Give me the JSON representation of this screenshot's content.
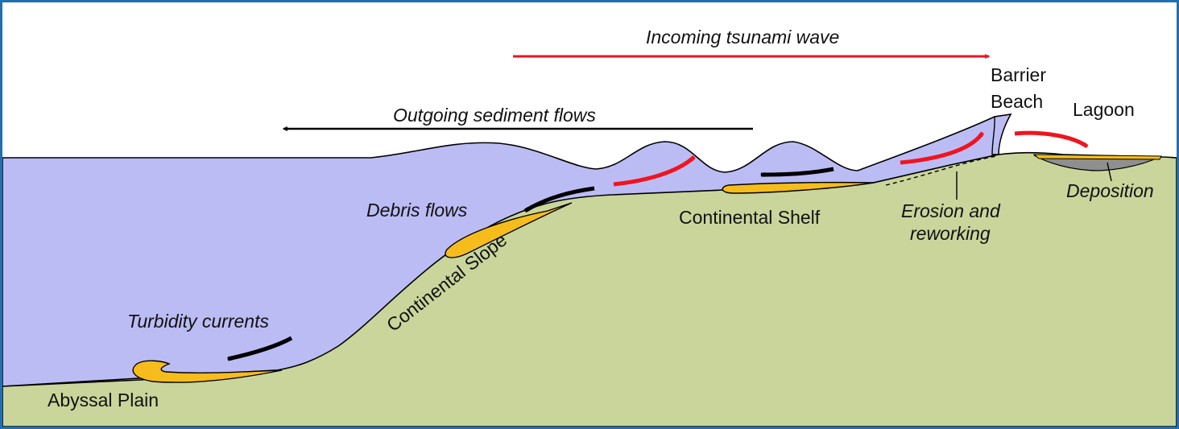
{
  "labels": {
    "incoming_wave": "Incoming tsunami wave",
    "outgoing_flows": "Outgoing sediment flows",
    "barrier_line1": "Barrier",
    "barrier_line2": "Beach",
    "lagoon": "Lagoon",
    "deposition": "Deposition",
    "debris_flows": "Debris flows",
    "continental_shelf": "Continental Shelf",
    "erosion_line1": "Erosion and",
    "erosion_line2": "reworking",
    "continental_slope": "Continental Slope",
    "turbidity_currents": "Turbidity currents",
    "abyssal_plain": "Abyssal Plain"
  },
  "colors": {
    "water": "#bcbcf5",
    "land": "#c9d59b",
    "sediment": "#f5bc1c",
    "lagoon_fill": "#8f8f8f",
    "red_arrow": "#f0141e",
    "black_arrow": "#000000",
    "border": "#1f6fb5"
  }
}
